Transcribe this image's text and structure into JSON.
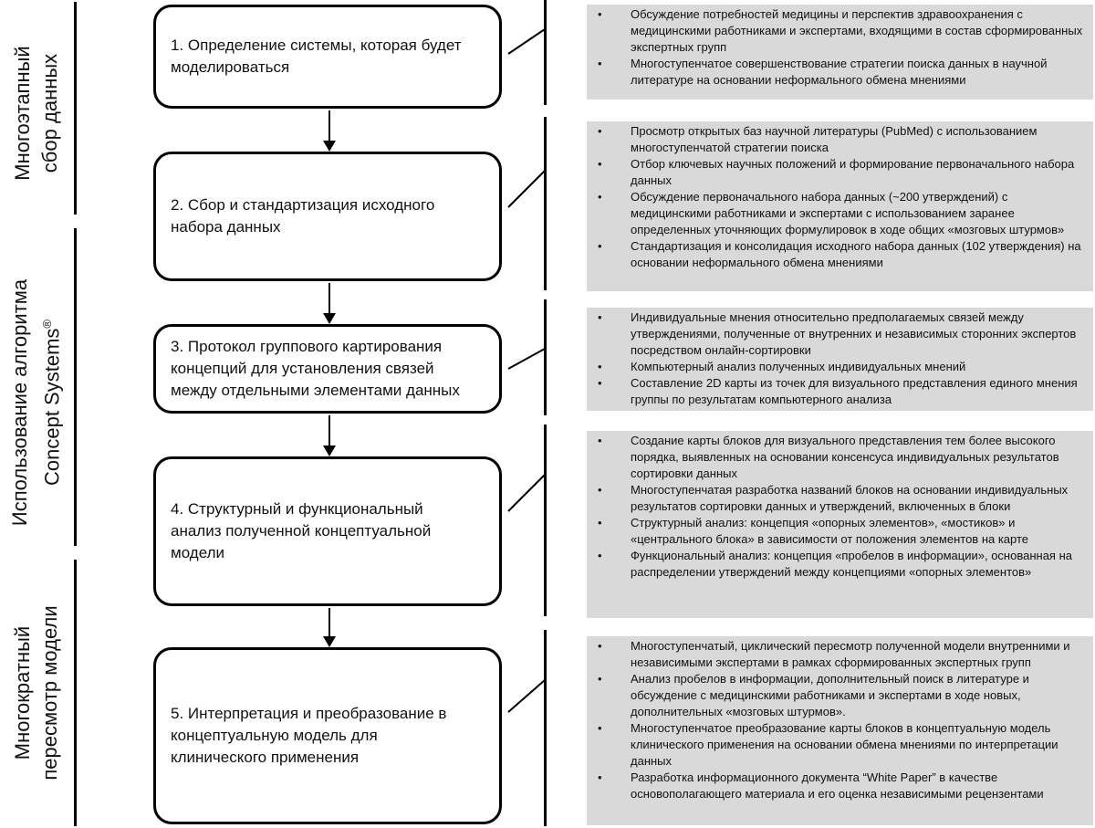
{
  "phases": [
    {
      "lines": [
        "Многоэтапный",
        "сбор данных"
      ]
    },
    {
      "lines": [
        "Использование алгоритма",
        "Concept Systems"
      ],
      "superscript": "®"
    },
    {
      "lines": [
        "Многократный",
        "пересмотр модели"
      ]
    }
  ],
  "steps": [
    {
      "label": "1. Определение системы, которая будет\nмоделироваться"
    },
    {
      "label": "2. Сбор и стандартизация исходного\nнабора данных"
    },
    {
      "label": "3. Протокол группового картирования\nконцепций для установления связей\nмежду отдельными элементами данных"
    },
    {
      "label": "4. Структурный и функциональный\nанализ полученной концептуальной\nмодели"
    },
    {
      "label": "5. Интерпретация и преобразование в\nконцептуальную модель для\nклинического применения"
    }
  ],
  "details": [
    {
      "items": [
        "Обсуждение потребностей медицины и перспектив здравоохранения с медицинскими работниками и экспертами, входящими в состав сформированных экспертных групп",
        "Многоступенчатое совершенствование стратегии поиска данных в научной литературе на основании неформального обмена мнениями"
      ]
    },
    {
      "items": [
        "Просмотр открытых баз научной литературы (PubMed) с использованием многоступенчатой стратегии поиска",
        "Отбор ключевых научных положений и формирование первоначального набора данных",
        "Обсуждение первоначального набора данных (~200 утверждений) с медицинскими работниками и экспертами с использованием заранее определенных уточняющих формулировок в ходе общих «мозговых штурмов»",
        "Стандартизация и консолидация исходного набора данных (102 утверждения) на основании неформального обмена мнениями"
      ]
    },
    {
      "items": [
        "Индивидуальные мнения относительно предполагаемых связей между утверждениями, полученные от внутренних и независимых сторонних экспертов посредством онлайн-сортировки",
        "Компьютерный анализ полученных индивидуальных мнений",
        "Составление 2D карты из точек для визуального представления единого мнения группы по результатам компьютерного анализа"
      ]
    },
    {
      "items": [
        "Создание карты блоков для визуального представления тем более высокого порядка, выявленных на основании консенсуса индивидуальных результатов сортировки данных",
        "Многоступенчатая разработка названий блоков на основании индивидуальных результатов сортировки данных и утверждений, включенных в блоки",
        "Структурный анализ: концепция «опорных элементов», «мостиков» и «центрального блока» в зависимости от положения элементов на карте",
        "Функциональный анализ: концепция «пробелов в информации», основанная на распределении утверждений между концепциями «опорных элементов»"
      ]
    },
    {
      "items": [
        "Многоступенчатый, циклический пересмотр полученной модели внутренними и независимыми экспертами в рамках сформированных экспертных групп",
        "Анализ пробелов в информации, дополнительный поиск в литературе и обсуждение с медицинскими работниками и экспертами в ходе новых, дополнительных «мозговых штурмов».",
        "Многоступенчатое преобразование карты блоков в концептуальную модель клинического применения на основании обмена мнениями по интерпретации данных",
        "Разработка информационного документа “White Paper” в качестве основополагающего материала и его оценка независимыми рецензентами"
      ]
    }
  ]
}
